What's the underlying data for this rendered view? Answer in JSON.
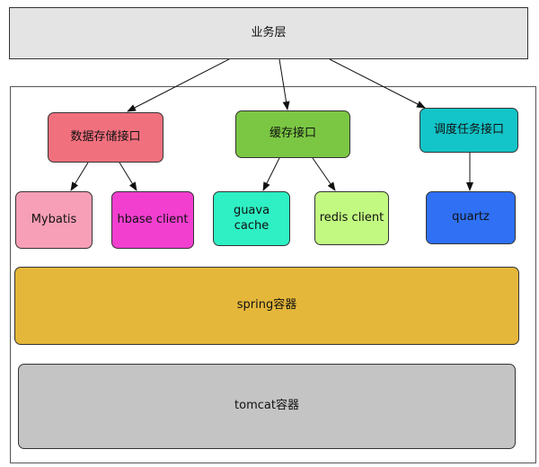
{
  "top_layer": {
    "label": "业务层",
    "color": "#e4e4e4"
  },
  "interfaces": [
    {
      "label": "数据存储接口",
      "color": "#f1707e"
    },
    {
      "label": "缓存接口",
      "color": "#7bc744"
    },
    {
      "label": "调度任务接口",
      "color": "#13c4c8"
    }
  ],
  "implementations": [
    {
      "label": "Mybatis",
      "color": "#f79fb6"
    },
    {
      "label": "hbase client",
      "color": "#f23fd0"
    },
    {
      "label": "guava\ncache",
      "color": "#2ef0c4"
    },
    {
      "label": "redis client",
      "color": "#c2f981"
    },
    {
      "label": "quartz",
      "color": "#2f70f5"
    }
  ],
  "containers": [
    {
      "label": "spring容器",
      "color": "#e4b73a"
    },
    {
      "label": "tomcat容器",
      "color": "#c4c4c4"
    }
  ]
}
